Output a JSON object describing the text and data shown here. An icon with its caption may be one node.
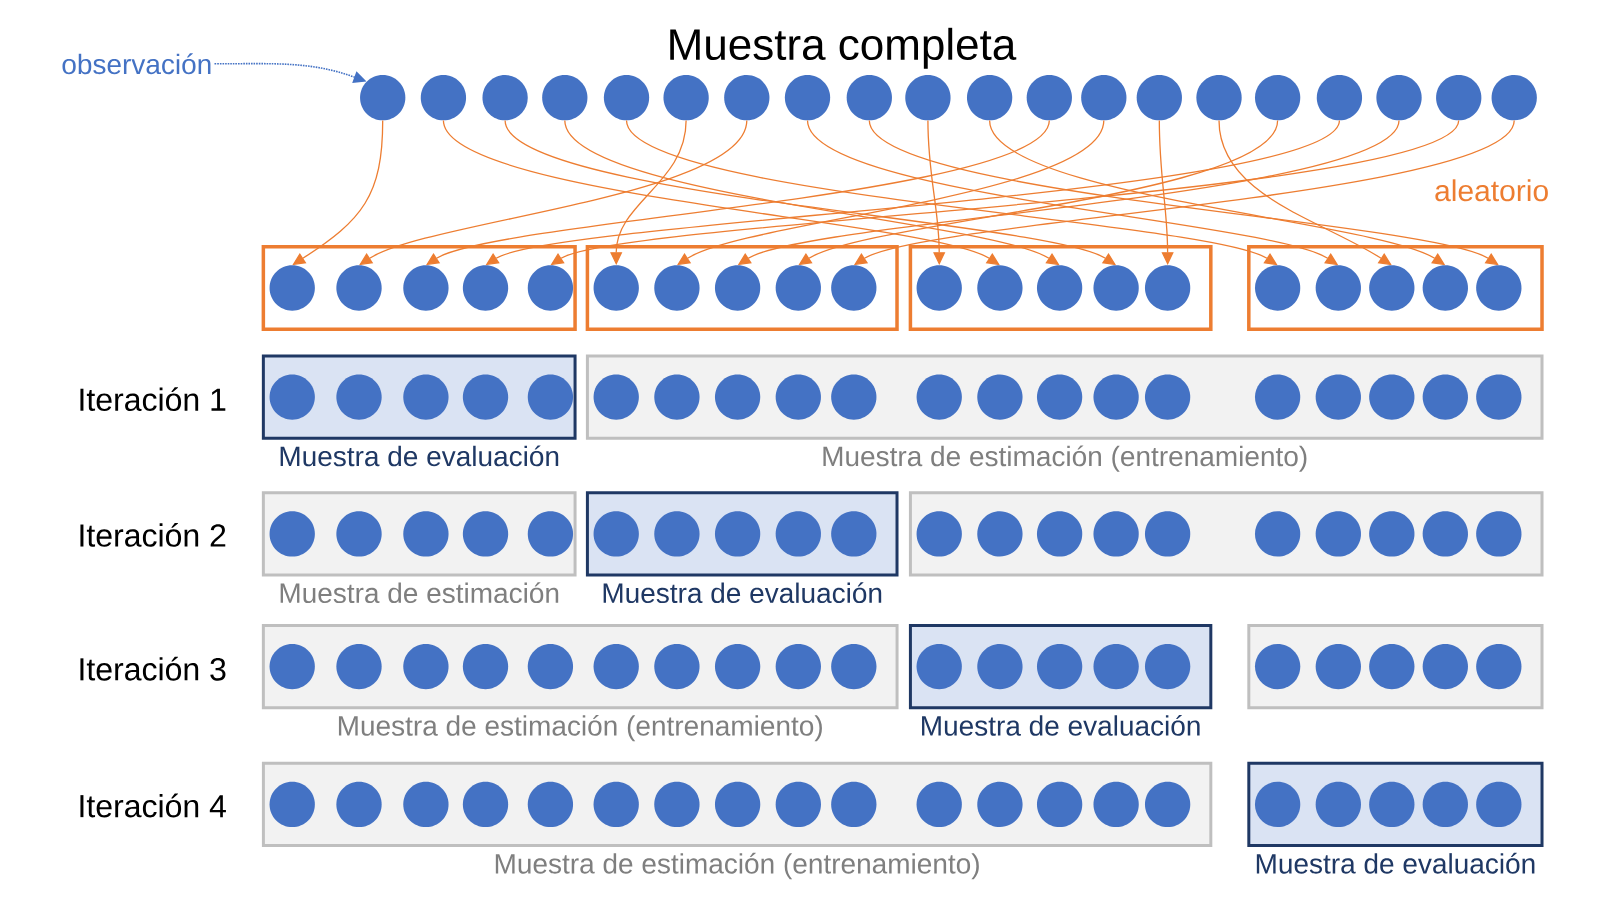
{
  "diagram": {
    "title": "Muestra completa",
    "nodes": [
      {
        "text": [
          "observación"
        ]
      },
      {
        "text": [],
        "shape": "circle"
      },
      {
        "text": [],
        "shape": "circle"
      },
      {
        "text": [],
        "shape": "circle"
      },
      {
        "text": [],
        "shape": "circle"
      },
      {
        "text": [],
        "shape": "circle"
      },
      {
        "text": [],
        "shape": "circle"
      },
      {
        "text": [],
        "shape": "circle"
      },
      {
        "text": [],
        "shape": "circle"
      },
      {
        "text": [],
        "shape": "circle"
      },
      {
        "text": [],
        "shape": "circle"
      },
      {
        "text": [],
        "shape": "circle"
      },
      {
        "text": [],
        "shape": "circle"
      },
      {
        "text": [],
        "shape": "circle"
      },
      {
        "text": [],
        "shape": "circle"
      },
      {
        "text": [],
        "shape": "circle"
      },
      {
        "text": [],
        "shape": "circle"
      },
      {
        "text": [],
        "shape": "circle"
      },
      {
        "text": [],
        "shape": "circle"
      },
      {
        "text": [],
        "shape": "circle"
      },
      {
        "text": [],
        "shape": "circle"
      },
      {
        "text": [],
        "shape": "box"
      },
      {
        "text": [],
        "shape": "circle",
        "in": 21
      },
      {
        "text": [],
        "shape": "circle",
        "in": 21
      },
      {
        "text": [],
        "shape": "circle",
        "in": 21
      },
      {
        "text": [],
        "shape": "circle",
        "in": 21
      },
      {
        "text": [],
        "shape": "circle",
        "in": 21
      },
      {
        "text": [],
        "shape": "box"
      },
      {
        "text": [],
        "shape": "circle",
        "in": 27
      },
      {
        "text": [],
        "shape": "circle",
        "in": 27
      },
      {
        "text": [],
        "shape": "circle",
        "in": 27
      },
      {
        "text": [],
        "shape": "circle",
        "in": 27
      },
      {
        "text": [],
        "shape": "circle",
        "in": 27
      },
      {
        "text": [],
        "shape": "box"
      },
      {
        "text": [],
        "shape": "circle",
        "in": 33
      },
      {
        "text": [],
        "shape": "circle",
        "in": 33
      },
      {
        "text": [],
        "shape": "circle",
        "in": 33
      },
      {
        "text": [],
        "shape": "circle",
        "in": 33
      },
      {
        "text": [],
        "shape": "circle",
        "in": 33
      },
      {
        "text": [],
        "shape": "box"
      },
      {
        "text": [],
        "shape": "circle",
        "in": 39
      },
      {
        "text": [],
        "shape": "circle",
        "in": 39
      },
      {
        "text": [],
        "shape": "circle",
        "in": 39
      },
      {
        "text": [],
        "shape": "circle",
        "in": 39
      },
      {
        "text": [],
        "shape": "circle",
        "in": 39
      },
      {
        "text": [
          "Muestra de evaluación"
        ]
      },
      {
        "text": [],
        "shape": "circle",
        "in": 45
      },
      {
        "text": [],
        "shape": "circle",
        "in": 45
      },
      {
        "text": [],
        "shape": "circle",
        "in": 45
      },
      {
        "text": [],
        "shape": "circle",
        "in": 45
      },
      {
        "text": [],
        "shape": "circle",
        "in": 45
      },
      {
        "text": [
          "Muestra de estimación (entrenamiento)"
        ]
      },
      {
        "text": [],
        "shape": "circle",
        "in": 51
      },
      {
        "text": [],
        "shape": "circle",
        "in": 51
      },
      {
        "text": [],
        "shape": "circle",
        "in": 51
      },
      {
        "text": [],
        "shape": "circle",
        "in": 51
      },
      {
        "text": [],
        "shape": "circle",
        "in": 51
      },
      {
        "text": [],
        "shape": "circle",
        "in": 51
      },
      {
        "text": [],
        "shape": "circle",
        "in": 51
      },
      {
        "text": [],
        "shape": "circle",
        "in": 51
      },
      {
        "text": [],
        "shape": "circle",
        "in": 51
      },
      {
        "text": [],
        "shape": "circle",
        "in": 51
      },
      {
        "text": [],
        "shape": "circle",
        "in": 51
      },
      {
        "text": [],
        "shape": "circle",
        "in": 51
      },
      {
        "text": [],
        "shape": "circle",
        "in": 51
      },
      {
        "text": [],
        "shape": "circle",
        "in": 51
      },
      {
        "text": [],
        "shape": "circle",
        "in": 51
      },
      {
        "text": [
          "Muestra de estimación"
        ]
      },
      {
        "text": [],
        "shape": "circle",
        "in": 67
      },
      {
        "text": [],
        "shape": "circle",
        "in": 67
      },
      {
        "text": [],
        "shape": "circle",
        "in": 67
      },
      {
        "text": [],
        "shape": "circle",
        "in": 67
      },
      {
        "text": [],
        "shape": "circle",
        "in": 67
      },
      {
        "text": [
          "Muestra de evaluación"
        ]
      },
      {
        "text": [],
        "shape": "circle",
        "in": 73
      },
      {
        "text": [],
        "shape": "circle",
        "in": 73
      },
      {
        "text": [],
        "shape": "circle",
        "in": 73
      },
      {
        "text": [],
        "shape": "circle",
        "in": 73
      },
      {
        "text": [],
        "shape": "circle",
        "in": 73
      },
      {
        "text": [],
        "shape": "box"
      },
      {
        "text": [],
        "shape": "circle",
        "in": 79
      },
      {
        "text": [],
        "shape": "circle",
        "in": 79
      },
      {
        "text": [],
        "shape": "circle",
        "in": 79
      },
      {
        "text": [],
        "shape": "circle",
        "in": 79
      },
      {
        "text": [],
        "shape": "circle",
        "in": 79
      },
      {
        "text": [],
        "shape": "circle",
        "in": 79
      },
      {
        "text": [],
        "shape": "circle",
        "in": 79
      },
      {
        "text": [],
        "shape": "circle",
        "in": 79
      },
      {
        "text": [],
        "shape": "circle",
        "in": 79
      },
      {
        "text": [],
        "shape": "circle",
        "in": 79
      },
      {
        "text": [
          "Muestra de estimación (entrenamiento)"
        ]
      },
      {
        "text": [],
        "shape": "circle",
        "in": 90
      },
      {
        "text": [],
        "shape": "circle",
        "in": 90
      },
      {
        "text": [],
        "shape": "circle",
        "in": 90
      },
      {
        "text": [],
        "shape": "circle",
        "in": 90
      },
      {
        "text": [],
        "shape": "circle",
        "in": 90
      },
      {
        "text": [],
        "shape": "circle",
        "in": 90
      },
      {
        "text": [],
        "shape": "circle",
        "in": 90
      },
      {
        "text": [],
        "shape": "circle",
        "in": 90
      },
      {
        "text": [],
        "shape": "circle",
        "in": 90
      },
      {
        "text": [],
        "shape": "circle",
        "in": 90
      },
      {
        "text": [
          "Muestra de evaluación"
        ]
      },
      {
        "text": [],
        "shape": "circle",
        "in": 101
      },
      {
        "text": [],
        "shape": "circle",
        "in": 101
      },
      {
        "text": [],
        "shape": "circle",
        "in": 101
      },
      {
        "text": [],
        "shape": "circle",
        "in": 101
      },
      {
        "text": [],
        "shape": "circle",
        "in": 101
      },
      {
        "text": [],
        "shape": "box"
      },
      {
        "text": [],
        "shape": "circle",
        "in": 107
      },
      {
        "text": [],
        "shape": "circle",
        "in": 107
      },
      {
        "text": [],
        "shape": "circle",
        "in": 107
      },
      {
        "text": [],
        "shape": "circle",
        "in": 107
      },
      {
        "text": [],
        "shape": "circle",
        "in": 107
      },
      {
        "text": [
          "Muestra de estimación (entrenamiento)"
        ]
      },
      {
        "text": [],
        "shape": "circle",
        "in": 113
      },
      {
        "text": [],
        "shape": "circle",
        "in": 113
      },
      {
        "text": [],
        "shape": "circle",
        "in": 113
      },
      {
        "text": [],
        "shape": "circle",
        "in": 113
      },
      {
        "text": [],
        "shape": "circle",
        "in": 113
      },
      {
        "text": [],
        "shape": "circle",
        "in": 113
      },
      {
        "text": [],
        "shape": "circle",
        "in": 113
      },
      {
        "text": [],
        "shape": "circle",
        "in": 113
      },
      {
        "text": [],
        "shape": "circle",
        "in": 113
      },
      {
        "text": [],
        "shape": "circle",
        "in": 113
      },
      {
        "text": [],
        "shape": "circle",
        "in": 113
      },
      {
        "text": [],
        "shape": "circle",
        "in": 113
      },
      {
        "text": [],
        "shape": "circle",
        "in": 113
      },
      {
        "text": [],
        "shape": "circle",
        "in": 113
      },
      {
        "text": [],
        "shape": "circle",
        "in": 113
      },
      {
        "text": [
          "Muestra de evaluación"
        ]
      },
      {
        "text": [],
        "shape": "circle",
        "in": 129
      },
      {
        "text": [],
        "shape": "circle",
        "in": 129
      },
      {
        "text": [],
        "shape": "circle",
        "in": 129
      },
      {
        "text": [],
        "shape": "circle",
        "in": 129
      },
      {
        "text": [],
        "shape": "circle",
        "in": 129
      }
    ],
    "edges": [
      {
        "from": 0,
        "to": 1,
        "arrow": "to",
        "style": "dashed",
        "color": "#4472c4"
      },
      {
        "from": 1,
        "to": 22,
        "arrow": "to"
      },
      {
        "from": 2,
        "to": 35,
        "arrow": "to"
      },
      {
        "from": 3,
        "to": 37,
        "arrow": "to"
      },
      {
        "from": 4,
        "to": 36,
        "arrow": "to"
      },
      {
        "from": 5,
        "to": 40,
        "arrow": "to"
      },
      {
        "from": 6,
        "to": 28,
        "arrow": "to"
      },
      {
        "from": 7,
        "to": 23,
        "arrow": "to"
      },
      {
        "from": 8,
        "to": 41,
        "arrow": "to"
      },
      {
        "from": 9,
        "to": 44,
        "arrow": "to"
      },
      {
        "from": 10,
        "to": 34,
        "arrow": "to"
      },
      {
        "from": 11,
        "to": 43,
        "arrow": "to"
      },
      {
        "from": 12,
        "to": 24,
        "arrow": "to"
      },
      {
        "from": 13,
        "to": 29,
        "arrow": "to"
      },
      {
        "from": 14,
        "to": 38,
        "arrow": "to"
      },
      {
        "from": 15,
        "to": 42,
        "arrow": "to"
      },
      {
        "from": 16,
        "to": 31,
        "arrow": "to"
      },
      {
        "from": 17,
        "to": 25,
        "arrow": "to"
      },
      {
        "from": 18,
        "to": 30,
        "arrow": "to"
      },
      {
        "from": 19,
        "to": 26,
        "arrow": "to"
      },
      {
        "from": 20,
        "to": 32,
        "arrow": "to"
      }
    ],
    "labels": [
      "aleatorio",
      "Iteración 1",
      "Iteración 2",
      "Iteración 3",
      "Iteración 4"
    ]
  }
}
